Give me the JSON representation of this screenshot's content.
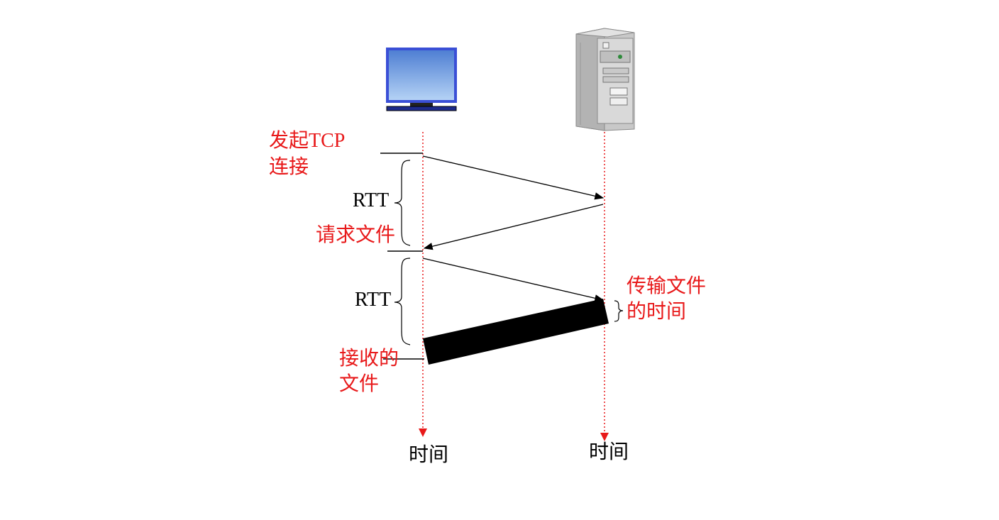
{
  "colors": {
    "annotation": "#e8191a",
    "black": "#000000",
    "timeline": "#e8191a",
    "screen_top": "#5b8ad8",
    "screen_bottom": "#a9c9f2",
    "monitor_frame": "#3a4fd6",
    "server_body": "#d6d6d6"
  },
  "icons": {
    "client": "desktop-monitor-icon",
    "server": "server-tower-icon"
  },
  "labels": {
    "initiate_tcp_line1": "发起TCP",
    "initiate_tcp_line2": "连接",
    "rtt_1": "RTT",
    "request_file": "请求文件",
    "rtt_2": "RTT",
    "transmit_time_line1": "传输文件",
    "transmit_time_line2": "的时间",
    "received_line1": "接收的",
    "received_line2": "文件",
    "client_time": "时间",
    "server_time": "时间"
  }
}
